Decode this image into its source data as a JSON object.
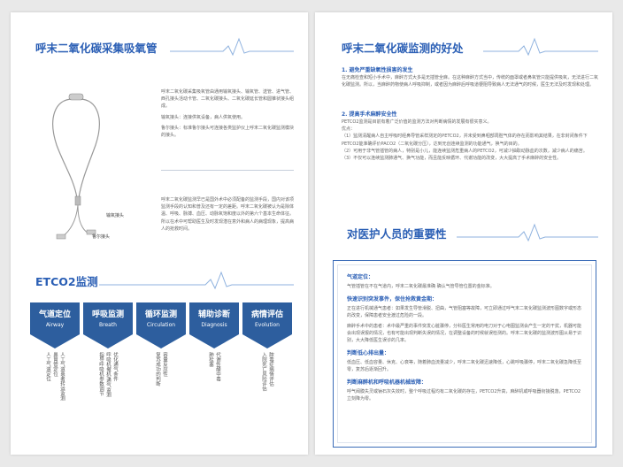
{
  "left": {
    "title": "呼末二氧化碳采集吸氧管",
    "intro": [
      "呼末二氧化碳采集吸氧管由通用输氧接头、输氧管、送管、进气管、西孔接头活动卡管、二氧化碳接头、二氧化碳延长管和圆锥状接头组成。",
      "输氧接头：连接供氧设备，病人供氧使用。",
      "鲁尔接头：标准鲁尔接头可连接各类监护仪上呼末二氧化碳监测模块的接头。"
    ],
    "labels": {
      "oxygen": "输氧接头",
      "luer": "鲁尔接头"
    },
    "body": "呼末二氧化碳监测早已是国外术中必须配备的监测手段，国内对该项监测手段的认知和普及还有一定的差距。呼末二氧化碳被认为是除体温、呼吸、脉搏、血压、动脉氧饱和度以外的第六个基本生命体征。所以在术中可帮助医生及时发现潜在意外和病人的病理现象，提高病人的抢救时间。",
    "etco_title": "ETCO2监测",
    "columns": [
      {
        "zh": "气道定位",
        "en": "Airway",
        "lines": [
          "人工气道定位",
          "鼻胃管定位",
          "人工气道患者转运监测"
        ]
      },
      {
        "zh": "呼吸监测",
        "en": "Breath",
        "lines": [
          "指导呼吸机参数调节",
          "呼吸机撤机/通气监测",
          "优化通气条件"
        ]
      },
      {
        "zh": "循环监测",
        "en": "Circulation",
        "lines": [
          "复苏成功的判断",
          "容量反应性"
        ]
      },
      {
        "zh": "辅助诊断",
        "en": "Diagnosis",
        "lines": [
          "肺栓塞",
          "代谢性酸中毒"
        ]
      },
      {
        "zh": "病情评估",
        "en": "Evolution",
        "lines": [
          "入院死亡风险评估",
          "脓毒症病情评估"
        ]
      }
    ]
  },
  "right": {
    "title": "呼末二氧化碳监测的好处",
    "sub1": "1. 避免严重缺氧性损害的发生",
    "sub1_text": "在无痛检查和短小手术中，麻醉方式大多是无插管全麻。在这种麻醉方式当中，传统的面罩或者鼻氧管只能提供吸氧，无法进行二氧化碳监测。所以，当麻醉药物使病人呼吸抑制，或者因为麻醉后呼吸道梗阻导致病人无法通气的时候，医生无法及时发现和处理。",
    "sub2": "2. 提高手术麻醉安全性",
    "sub2_text": [
      "PETCO2监测是目前有着广泛价值的监测方法对判断病情的发展有很实意义。",
      "优点：",
      "（1）监测清醒病人自主呼吸时经鼻导管采样测定的PETCO2，并未受到鼻咽部周腔气体的存在而影响其结果，在非封闭条件下PETCO2能准确评价PACO2（二氧化碳分压），达到无创连续监测的功能通气，换气的目的。",
      "（2）可用于非气管插管的病人，特别是小儿，能连续监测危重病人的PETCO2，可减少抽取动脉血的次数，减少病人的痛苦。",
      "（3）不仅可以连续监测肺通气、换气功能，而且能反映循环、代谢功能的改变，大大提高了手术麻醉的安全性。"
    ],
    "importance_title": "对医护人员的重要性",
    "blocks": [
      {
        "h": "气道定位：",
        "t": "气管插管在不在气道内，呼末二氧化碳最准确 确认气管导管位置的金标准。"
      },
      {
        "h": "快速识别突发事件，保住抢救黄金期：",
        "t": "正在进行机械通气患者：如果发生导管滑脱、扭曲，气管阻塞等故障，可立即通过呼气末二氧化碳监测波形图数字或形态的改变，保障患者安全渡过危险的一段。"
      },
      {
        "h": "",
        "t": "麻醉手术中的患者：术中最严重的事件突发心脏骤停，分科医生常用的电刀对于心电图监测会产生一定的干扰，机器可能会出现误报的情况，也有可能出现判断失误的情况，在调整设备的时候就误检测的。呼末二氧化碳的监测波形图从易于识别，大大降低医生误诊的几率。"
      },
      {
        "h": "判断低心排出量：",
        "t": "低血压、低血容量、休克、心衰等，随着肺血流量减少，呼末二氧化碳迅速降低，心跳呼吸骤停，呼末二氧化碳急降低至零，复苏后逐渐回升。"
      },
      {
        "h": "判断麻醉机和呼吸机器机械故障：",
        "t": "呼气阀膜失灵或钠石灰失效时，整个呼吸过程均有二氧化碳的存在，PETCO2升高，麻醉机或呼吸器衔接脱落，PETCO2立刻降为零。"
      }
    ]
  },
  "colors": {
    "accent": "#2b5fb5",
    "column_bg": "#2d5e9e"
  }
}
